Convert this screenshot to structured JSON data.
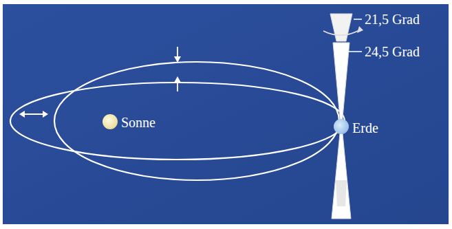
{
  "diagram": {
    "labels": [
      "Sonne",
      "21,5 Grad",
      "24,5 Grad",
      "Erde"
    ]
  }
}
